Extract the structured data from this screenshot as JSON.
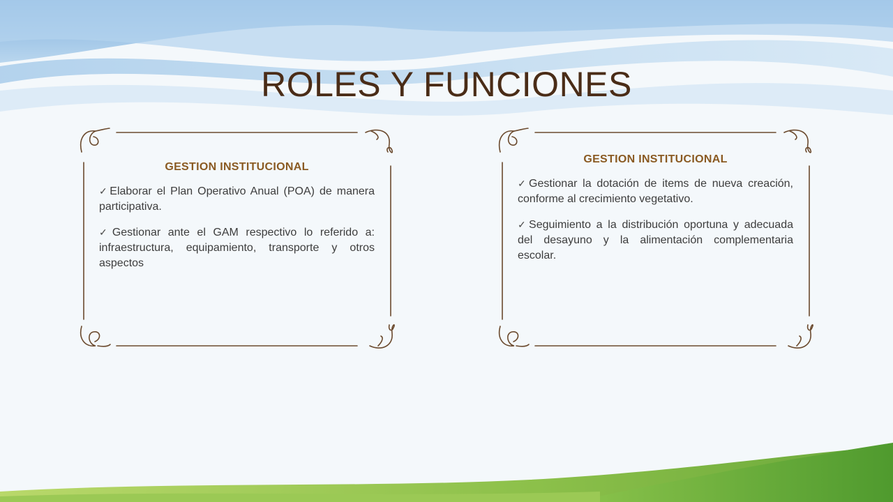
{
  "slide": {
    "title": "ROLES Y FUNCIONES"
  },
  "panels": [
    {
      "heading": "GESTION INSTITUCIONAL",
      "items": [
        "Elaborar el Plan Operativo Anual (POA) de manera participativa.",
        "Gestionar ante el GAM respectivo lo referido a: infraestructura, equipamiento, transporte y otros aspectos"
      ]
    },
    {
      "heading": "GESTION INSTITUCIONAL",
      "items": [
        "Gestionar la dotación  de items de nueva creación, conforme al crecimiento vegetativo.",
        "Seguimiento a la distribución oportuna y adecuada del desayuno y la alimentación complementaria escolar."
      ]
    }
  ],
  "icons": {
    "bullet": "check-icon",
    "check_glyph": "✓"
  },
  "colors": {
    "title": "#4a2c17",
    "heading": "#8a5a22",
    "body_text": "#3d3d3d",
    "frame_ornament": "#6b4a2e",
    "sky_top": "#a9cbe8",
    "grass": "#7cb342"
  }
}
